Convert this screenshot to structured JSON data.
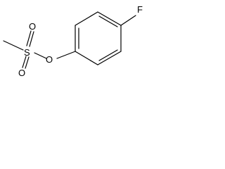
{
  "molecule": {
    "atoms": {
      "fluorine": "F",
      "sulfur": "S",
      "oxygen_top": "O",
      "oxygen_bottom": "O",
      "oxygen_ester": "O"
    }
  }
}
